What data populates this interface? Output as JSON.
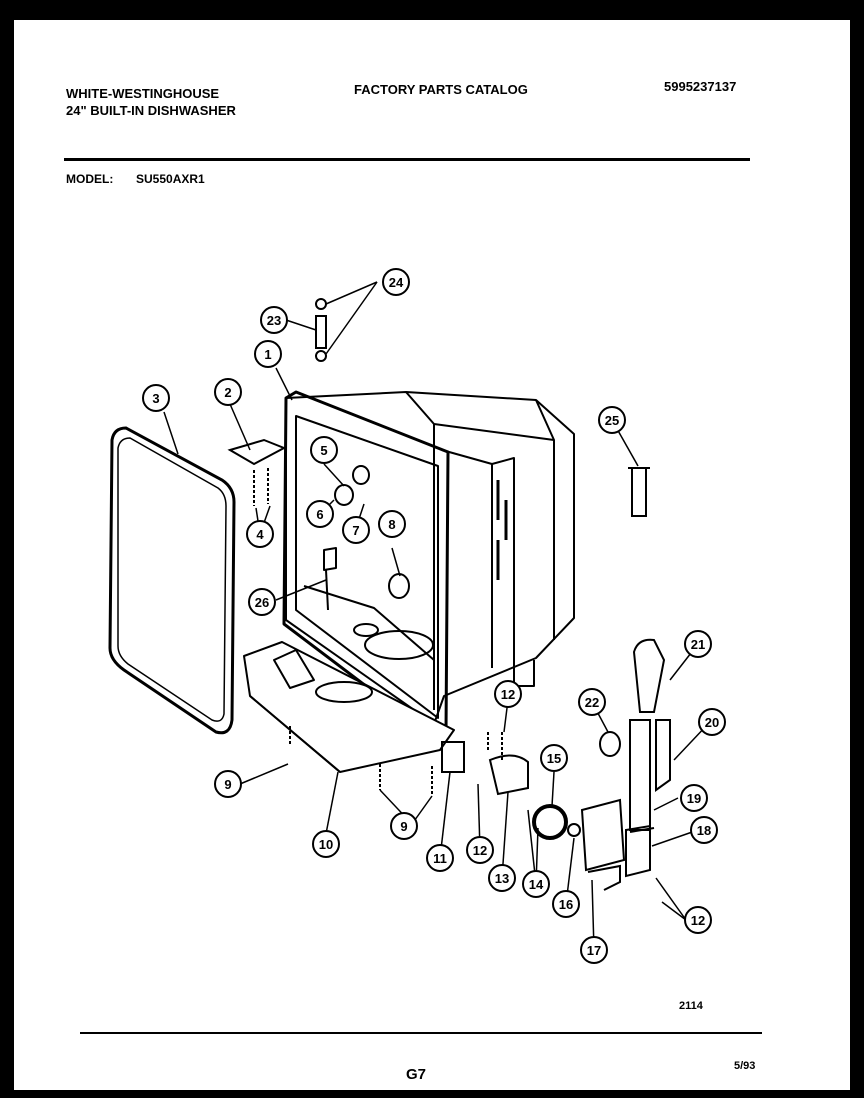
{
  "header": {
    "brand": "WHITE-WESTINGHOUSE",
    "product": "24\" BUILT-IN DISHWASHER",
    "catalog_title": "FACTORY PARTS CATALOG",
    "catalog_number": "5995237137",
    "model_label": "MODEL:",
    "model_value": "SU550AXR1"
  },
  "callouts": [
    "1",
    "2",
    "3",
    "4",
    "5",
    "6",
    "7",
    "8",
    "9",
    "9",
    "10",
    "11",
    "12",
    "12",
    "12",
    "13",
    "14",
    "15",
    "16",
    "17",
    "18",
    "19",
    "20",
    "21",
    "22",
    "23",
    "24",
    "25",
    "26"
  ],
  "footer": {
    "drawing_number": "2114",
    "page_code": "G7",
    "date": "5/93"
  }
}
